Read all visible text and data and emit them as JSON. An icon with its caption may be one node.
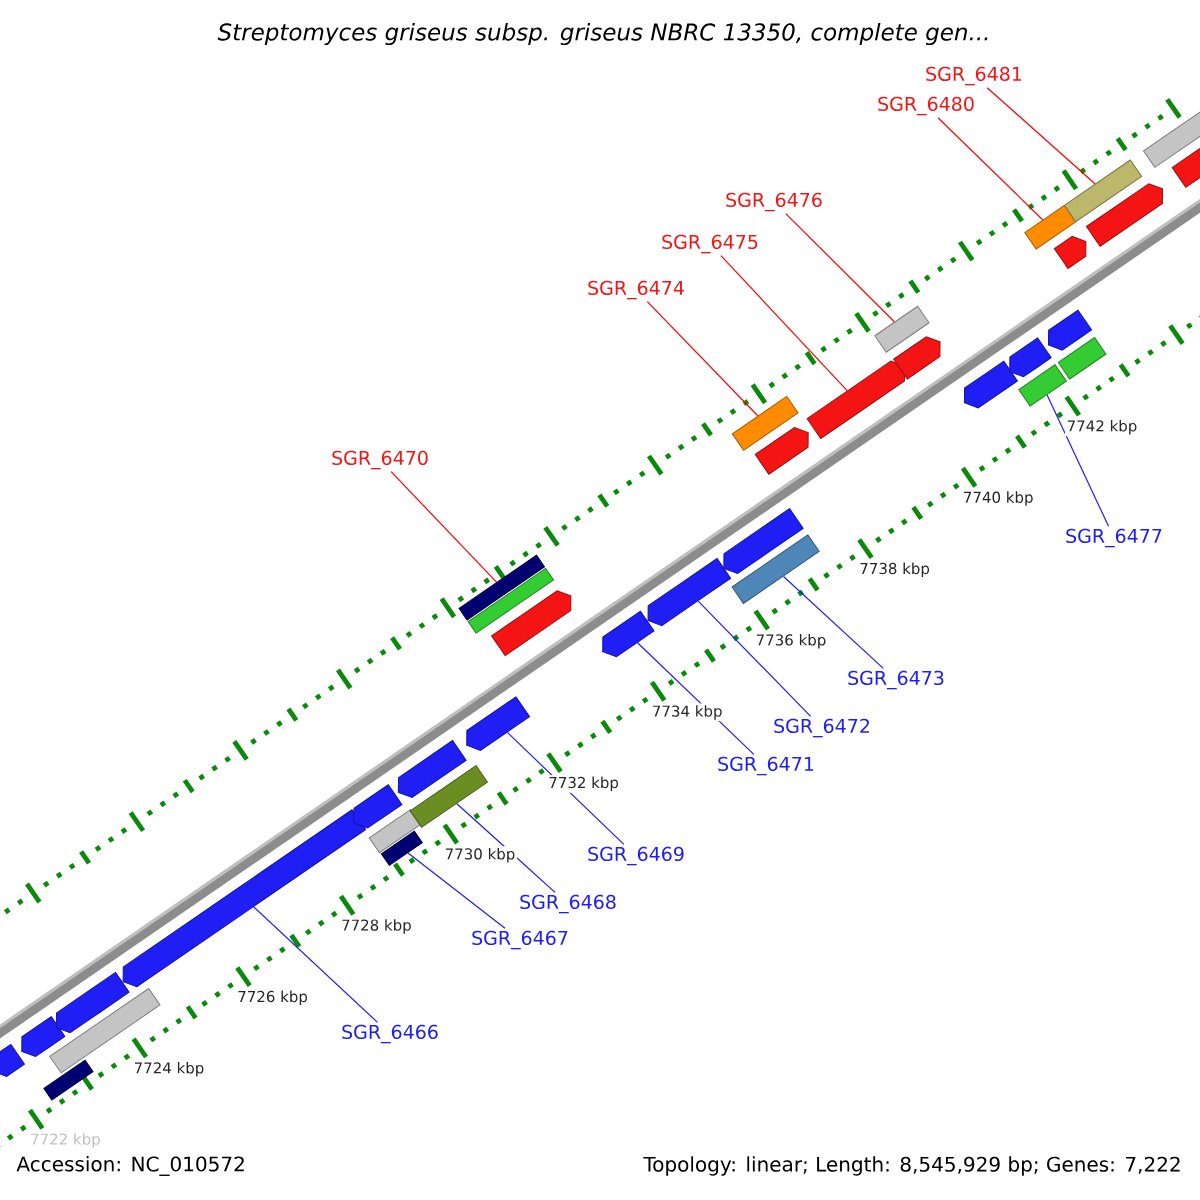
{
  "diagram": {
    "title": "Streptomyces griseus subsp. griseus NBRC 13350, complete gen...",
    "nodes": [
      {
        "text": [
          "SGR_6481"
        ]
      },
      {
        "text": [
          "SGR_6480"
        ]
      },
      {
        "text": [
          "SGR_6476"
        ]
      },
      {
        "text": [
          "SGR_6475"
        ]
      },
      {
        "text": [
          "SGR_6474"
        ]
      },
      {
        "text": [
          "SGR_6470"
        ]
      },
      {
        "text": [
          "SGR_6477"
        ]
      },
      {
        "text": [
          "SGR_6473"
        ]
      },
      {
        "text": [
          "SGR_6472"
        ]
      },
      {
        "text": [
          "SGR_6471"
        ]
      },
      {
        "text": [
          "SGR_6469"
        ]
      },
      {
        "text": [
          "SGR_6468"
        ]
      },
      {
        "text": [
          "SGR_6467"
        ]
      },
      {
        "text": [
          "SGR_6466"
        ]
      },
      {
        "text": [],
        "shape": "pentagon"
      },
      {
        "text": [],
        "shape": "bar"
      },
      {
        "text": [],
        "shape": "pentagon"
      },
      {
        "text": [],
        "shape": "bar"
      },
      {
        "text": [],
        "shape": "pentagon"
      },
      {
        "text": [],
        "shape": "pentagon"
      },
      {
        "text": [],
        "shape": "bar"
      },
      {
        "text": [],
        "shape": "bar"
      },
      {
        "text": [],
        "shape": "pentagon"
      },
      {
        "text": [],
        "shape": "bar"
      },
      {
        "text": [],
        "shape": "pentagon"
      },
      {
        "text": [],
        "shape": "pentagon"
      },
      {
        "text": [],
        "shape": "bar"
      },
      {
        "text": [],
        "shape": "bar"
      },
      {
        "text": [],
        "shape": "pentagon"
      },
      {
        "text": [],
        "shape": "pentagon"
      },
      {
        "text": [],
        "shape": "pentagon"
      },
      {
        "text": [],
        "shape": "bar"
      },
      {
        "text": [],
        "shape": "pentagon"
      },
      {
        "text": [],
        "shape": "pentagon"
      },
      {
        "text": [],
        "shape": "bar"
      },
      {
        "text": [],
        "shape": "pentagon"
      },
      {
        "text": [],
        "shape": "pentagon"
      },
      {
        "text": [],
        "shape": "bar"
      },
      {
        "text": [],
        "shape": "pentagon"
      },
      {
        "text": [],
        "shape": "bar"
      },
      {
        "text": [],
        "shape": "pentagon"
      },
      {
        "text": [],
        "shape": "bar"
      },
      {
        "text": [],
        "shape": "pentagon"
      },
      {
        "text": [],
        "shape": "pentagon"
      },
      {
        "text": [],
        "shape": "bar"
      },
      {
        "text": [],
        "shape": "bar"
      },
      {
        "text": [],
        "shape": "pentagon"
      },
      {
        "text": [],
        "shape": "bar"
      },
      {
        "text": [],
        "shape": "pentagon"
      }
    ],
    "edges": [
      {
        "from": 0,
        "to": 45,
        "arrow": "none",
        "color": "#ff0000"
      },
      {
        "from": 1,
        "to": 44,
        "arrow": "none",
        "color": "#ff0000"
      },
      {
        "from": 2,
        "to": 37,
        "arrow": "none",
        "color": "#ff0000"
      },
      {
        "from": 3,
        "to": 35,
        "arrow": "none",
        "color": "#ff0000"
      },
      {
        "from": 4,
        "to": 34,
        "arrow": "none",
        "color": "#ff0000"
      },
      {
        "from": 5,
        "to": 26,
        "arrow": "none",
        "color": "#ff0000"
      },
      {
        "from": 6,
        "to": 39,
        "arrow": "none"
      },
      {
        "from": 7,
        "to": 31,
        "arrow": "none"
      },
      {
        "from": 8,
        "to": 30,
        "arrow": "none"
      },
      {
        "from": 9,
        "to": 29,
        "arrow": "none"
      },
      {
        "from": 10,
        "to": 25,
        "arrow": "none"
      },
      {
        "from": 11,
        "to": 23,
        "arrow": "none"
      },
      {
        "from": 12,
        "to": 21,
        "arrow": "none"
      },
      {
        "from": 13,
        "to": 19,
        "arrow": "none"
      }
    ],
    "labels": [
      "7742 kbp",
      "7740 kbp",
      "7738 kbp",
      "7736 kbp",
      "7734 kbp",
      "7732 kbp",
      "7730 kbp",
      "7728 kbp",
      "7726 kbp",
      "7724 kbp",
      "7722 kbp",
      "Accession: NC_010572",
      "Topology: linear; Length: 8,545,929 bp; Genes: 7,222"
    ]
  }
}
